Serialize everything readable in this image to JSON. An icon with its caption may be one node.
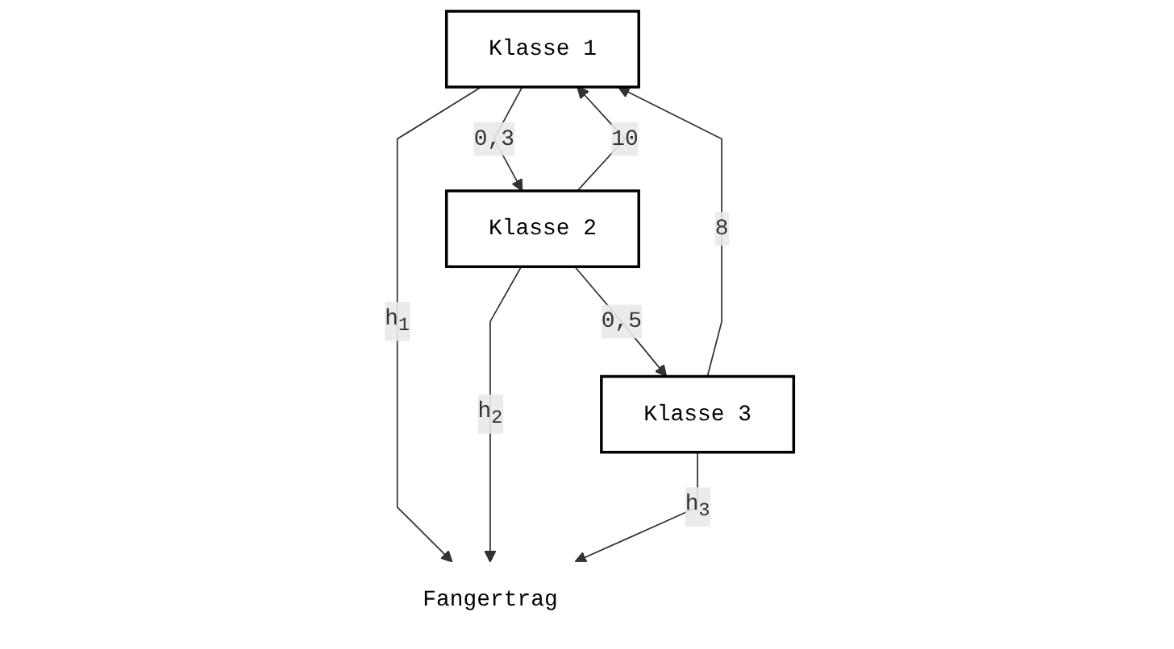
{
  "diagram": {
    "nodes": [
      {
        "text": [
          "Klasse 1"
        ]
      },
      {
        "text": [
          "Klasse 2"
        ]
      },
      {
        "text": [
          "Klasse 3"
        ]
      },
      {
        "text": [
          "Fangertrag"
        ]
      }
    ],
    "edges": [
      {
        "from": 0,
        "to": 1,
        "arrow": "to",
        "label": "0,3"
      },
      {
        "from": 1,
        "to": 2,
        "arrow": "to",
        "label": "0,5"
      },
      {
        "from": 1,
        "to": 0,
        "arrow": "to",
        "label": "10"
      },
      {
        "from": 2,
        "to": 0,
        "arrow": "to",
        "label": "8"
      },
      {
        "from": 0,
        "to": 3,
        "arrow": "to",
        "label": "h$_{1}$"
      },
      {
        "from": 1,
        "to": 3,
        "arrow": "to",
        "label": "h$_{2}$"
      },
      {
        "from": 2,
        "to": 3,
        "arrow": "to",
        "label": "h$_{3}$"
      }
    ]
  }
}
